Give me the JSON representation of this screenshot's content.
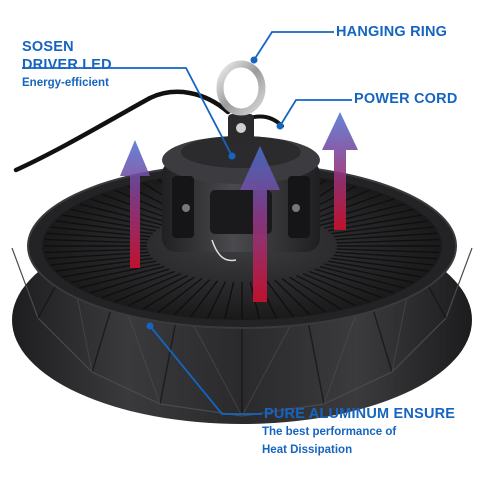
{
  "callouts": {
    "hanging_ring": {
      "title": "HANGING RING"
    },
    "driver": {
      "title_line1": "SOSEN",
      "title_line2": "DRIVER LED",
      "subtitle": "Energy-efficient"
    },
    "power_cord": {
      "title": "POWER CORD"
    },
    "aluminum": {
      "title": "PURE ALUMINUM ENSURE",
      "subtitle_line1": "The best performance of",
      "subtitle_line2": "Heat Dissipation"
    }
  },
  "colors": {
    "callout_blue": "#1565c0",
    "fixture_dark": "#2c2c2e",
    "heat_arrow_red": "#c8102e",
    "heat_arrow_blue": "#4a6fd0"
  },
  "icons": {
    "heat_arrows": "heat-flow-arrow-icon",
    "callout_dots": "callout-pointer-dot"
  }
}
